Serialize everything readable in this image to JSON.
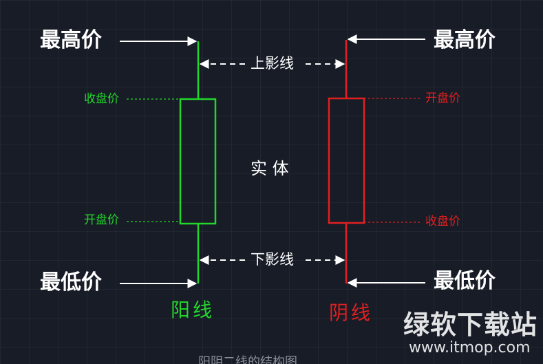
{
  "labels": {
    "high_left": "最高价",
    "high_right": "最高价",
    "low_left": "最低价",
    "low_right": "最低价",
    "upper_shadow": "上影线",
    "lower_shadow": "下影线",
    "body": "实 体",
    "yang_close": "收盘价",
    "yang_open": "开盘价",
    "yin_open": "开盘价",
    "yin_close": "收盘价",
    "yang_name": "阳线",
    "yin_name": "阴线",
    "caption": "阳阴二线的结构图"
  },
  "watermark": {
    "name": "绿软下载站",
    "url": "www.itmop.com"
  },
  "colors": {
    "background": "#171c27",
    "yang": "#22d62a",
    "yin": "#e02020",
    "text": "#ffffff"
  }
}
